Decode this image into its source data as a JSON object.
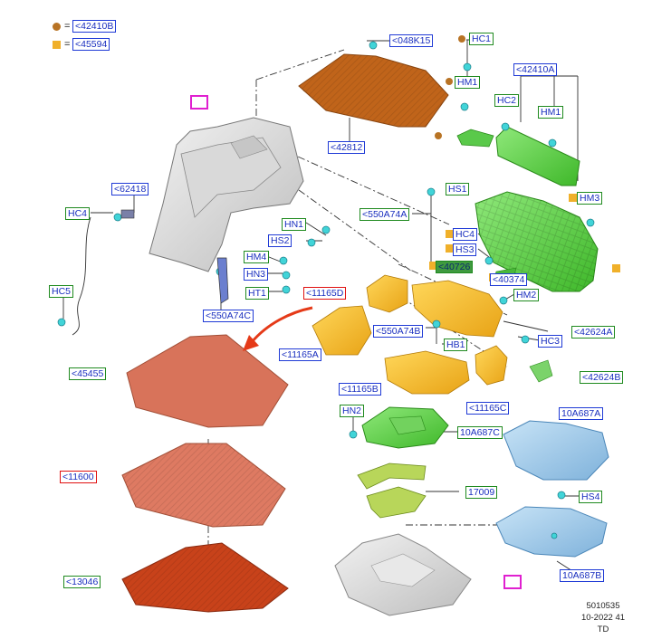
{
  "legend": {
    "dot_ref": "<42410B",
    "square_ref": "<45594",
    "equals": "="
  },
  "labels": {
    "l_048K15": "<048K15",
    "l_HC1": "HC1",
    "l_42410A": "<42410A",
    "l_HM1a": "HM1",
    "l_HC2": "HC2",
    "l_HM1b": "HM1",
    "l_42812": "<42812",
    "l_62418": "<62418",
    "l_HC4a": "HC4",
    "l_HS1": "HS1",
    "l_550A74A": "<550A74A",
    "l_HM3": "HM3",
    "l_HN1": "HN1",
    "l_HS2": "HS2",
    "l_HC4b": "HC4",
    "l_HS3": "HS3",
    "l_HM4": "HM4",
    "l_40726": "<40726",
    "l_HN3": "HN3",
    "l_40374": "<40374",
    "l_HT1": "HT1",
    "l_11165D": "<11165D",
    "l_HM2": "HM2",
    "l_HC5": "HC5",
    "l_550A74C": "<550A74C",
    "l_550A74B": "<550A74B",
    "l_42624A": "<42624A",
    "l_11165A": "<11165A",
    "l_HB1": "HB1",
    "l_HC3": "HC3",
    "l_45455": "<45455",
    "l_42624B": "<42624B",
    "l_11165B": "<11165B",
    "l_11165C": "<11165C",
    "l_HN2": "HN2",
    "l_10A687A": "10A687A",
    "l_10A687C": "10A687C",
    "l_11600": "<11600",
    "l_17009": "17009",
    "l_HS4": "HS4",
    "l_13046": "<13046",
    "l_10A687B": "10A687B"
  },
  "footer": {
    "line1": "5010535",
    "line2": "10-2022 41",
    "line3": "TD"
  },
  "colors": {
    "label_blue": "#1f3ad6",
    "label_green": "#1f8a1f",
    "label_red": "#e01010",
    "dot_brown": "#b87324",
    "square_orange": "#f0b02a",
    "camera_magenta": "#e020d0"
  }
}
